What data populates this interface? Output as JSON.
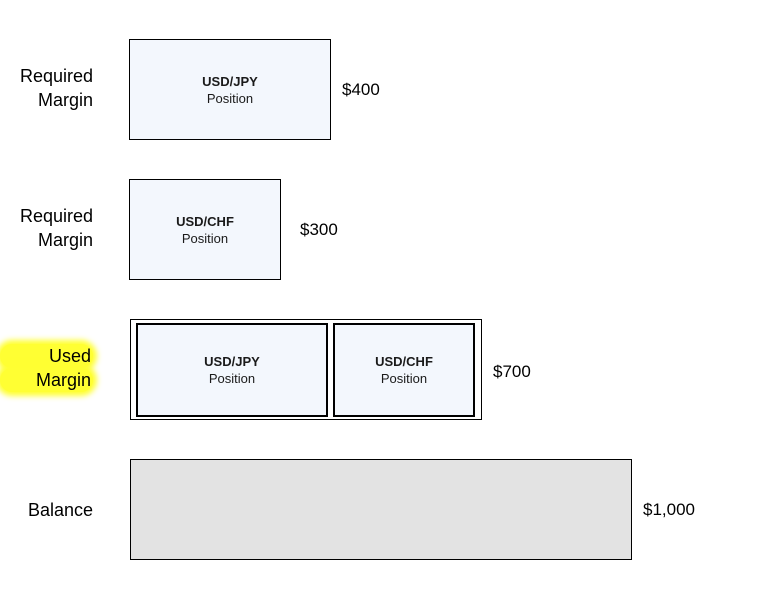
{
  "colors": {
    "position_box_fill": "#f3f7fd",
    "balance_box_fill": "#e3e3e3",
    "used_margin_highlight": "#ffff33"
  },
  "rows": [
    {
      "label_line1": "Required",
      "label_line2": "Margin",
      "boxes": [
        {
          "pair": "USD/JPY",
          "kind": "Position"
        }
      ],
      "amount": "$400"
    },
    {
      "label_line1": "Required",
      "label_line2": "Margin",
      "boxes": [
        {
          "pair": "USD/CHF",
          "kind": "Position"
        }
      ],
      "amount": "$300"
    },
    {
      "label_line1": "Used",
      "label_line2": "Margin",
      "highlighted": true,
      "boxes": [
        {
          "pair": "USD/JPY",
          "kind": "Position"
        },
        {
          "pair": "USD/CHF",
          "kind": "Position"
        }
      ],
      "amount": "$700"
    },
    {
      "label_line1": "Balance",
      "label_line2": "",
      "boxes": [],
      "amount": "$1,000"
    }
  ]
}
